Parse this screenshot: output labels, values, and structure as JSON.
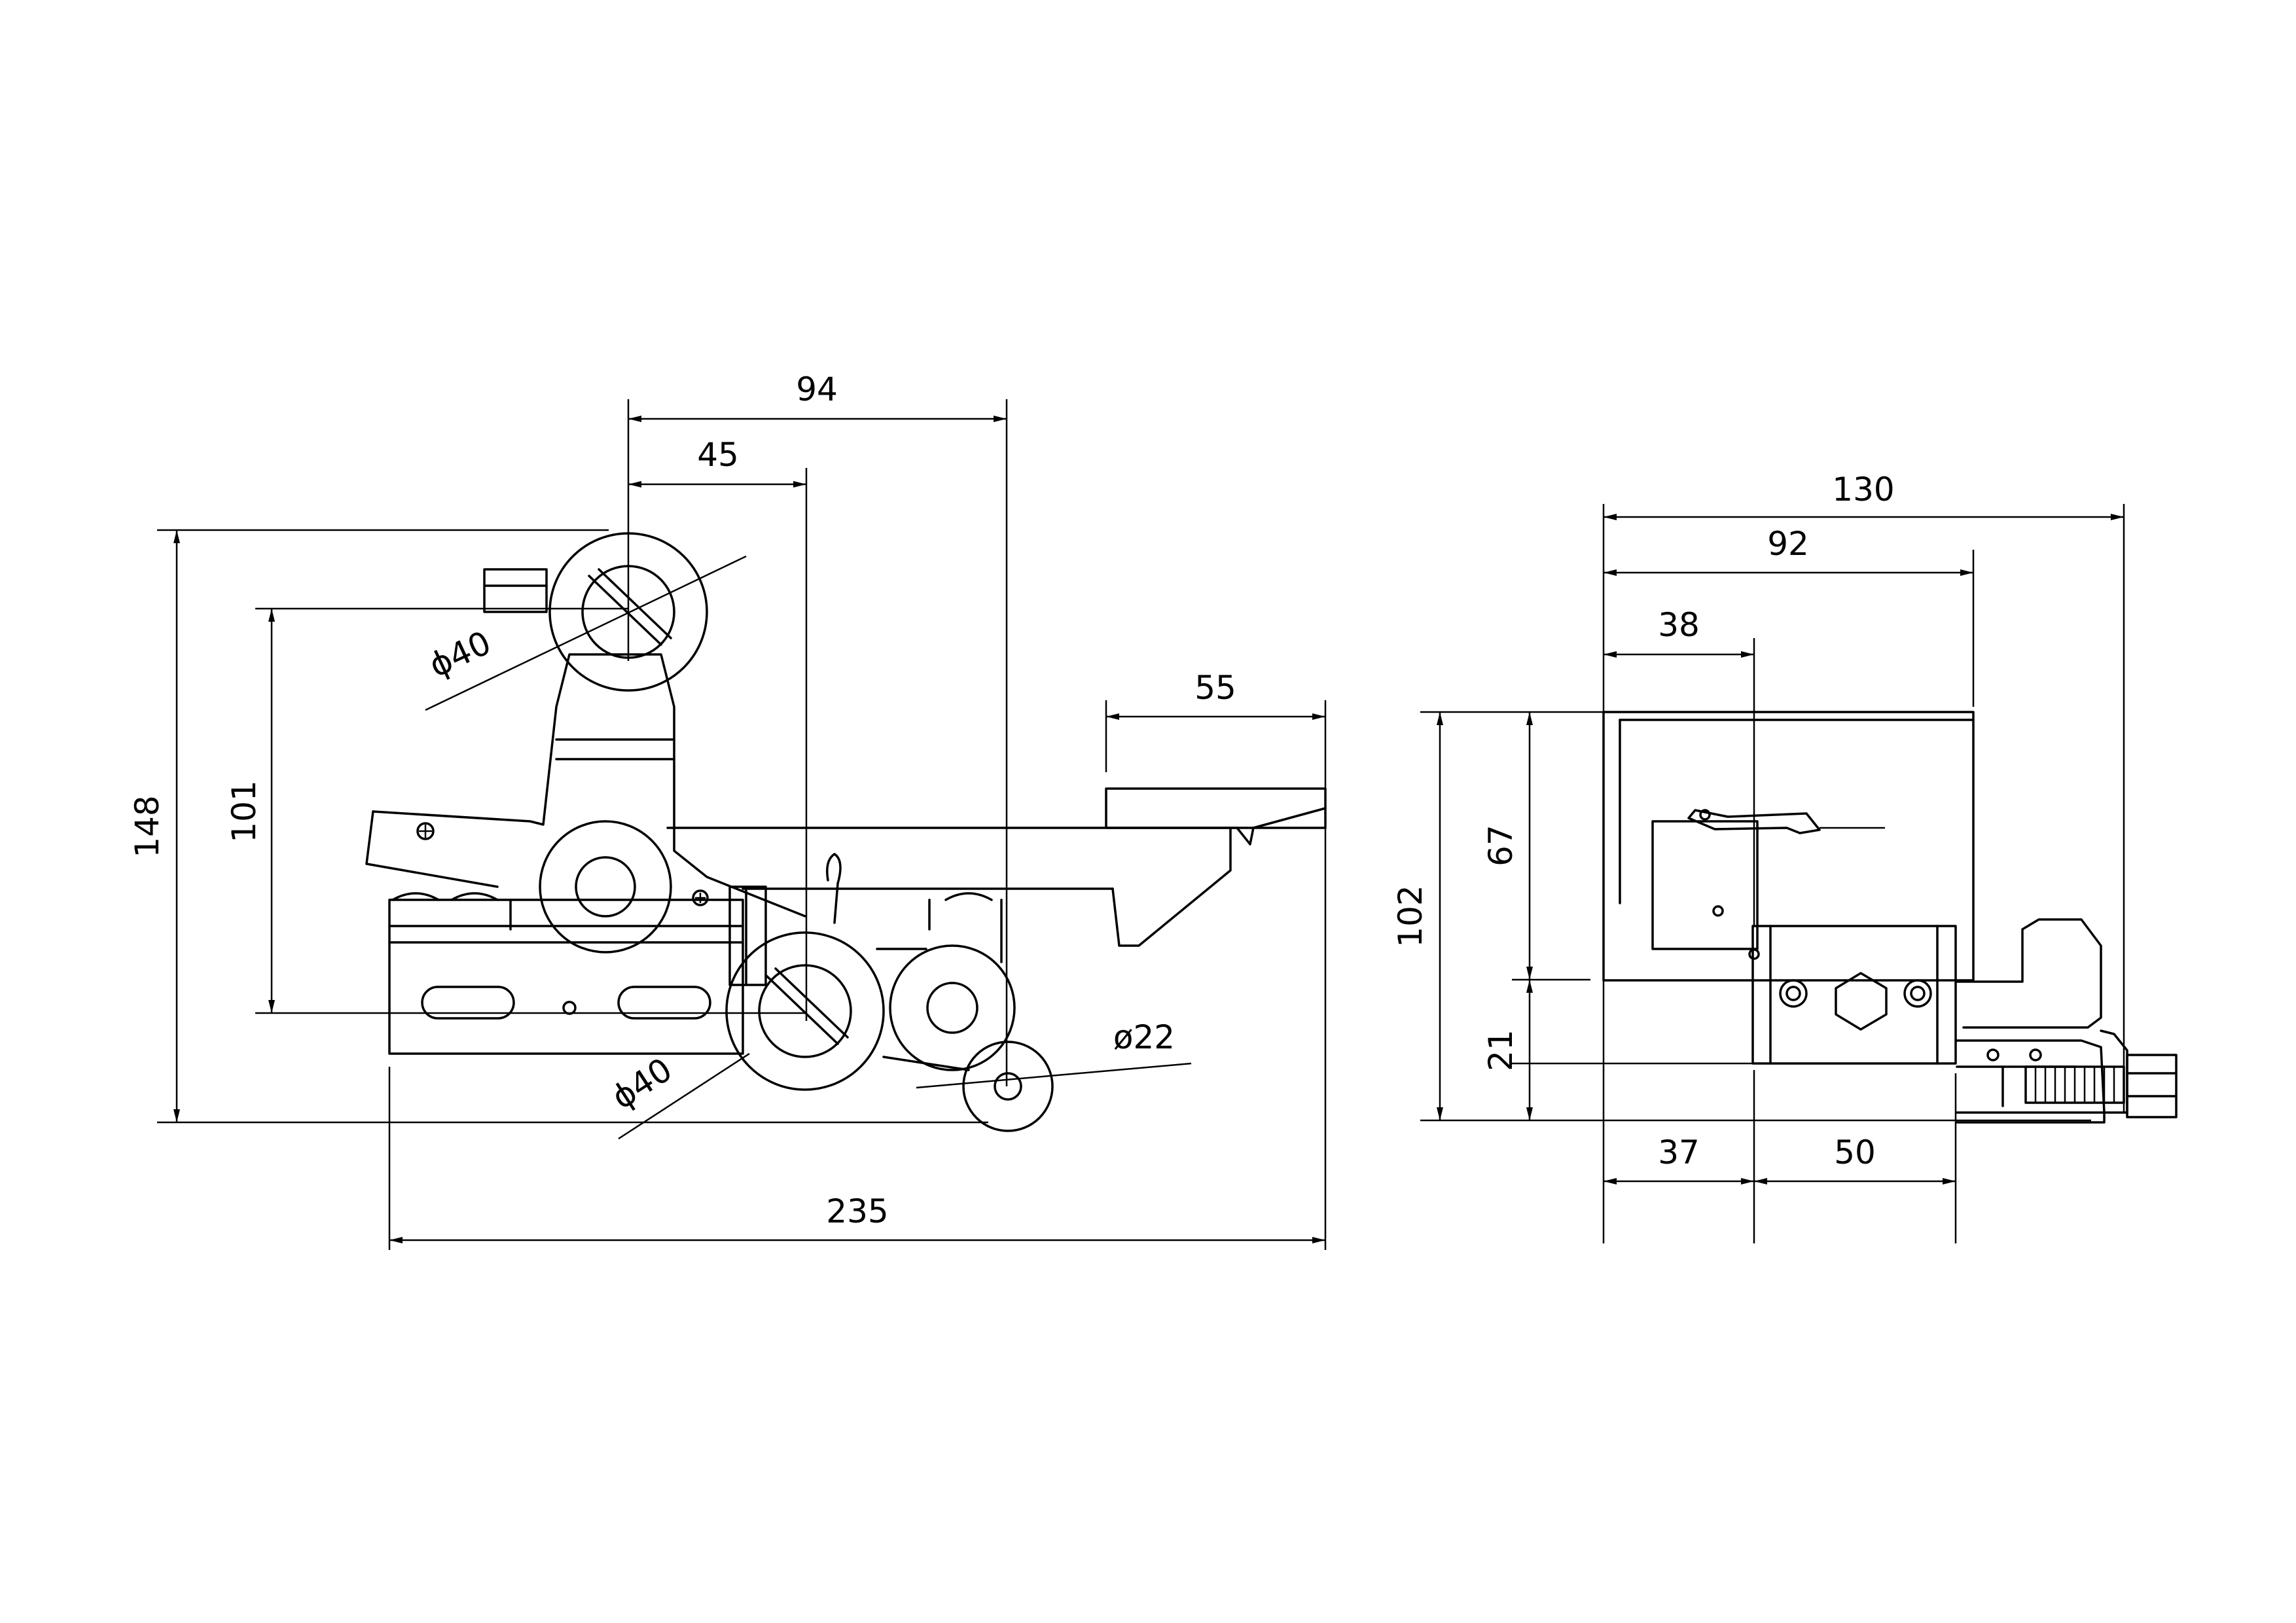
{
  "side_view": {
    "dimensions": {
      "d94": "94",
      "d45": "45",
      "d55": "55",
      "d148": "148",
      "d101": "101",
      "d235": "235",
      "dia40_top": "ϕ40",
      "dia40_bottom": "ϕ40",
      "dia22": "ø22"
    }
  },
  "front_view": {
    "dimensions": {
      "d130": "130",
      "d92": "92",
      "d38": "38",
      "d102": "102",
      "d67": "67",
      "d21": "21",
      "d37": "37",
      "d50": "50"
    }
  }
}
